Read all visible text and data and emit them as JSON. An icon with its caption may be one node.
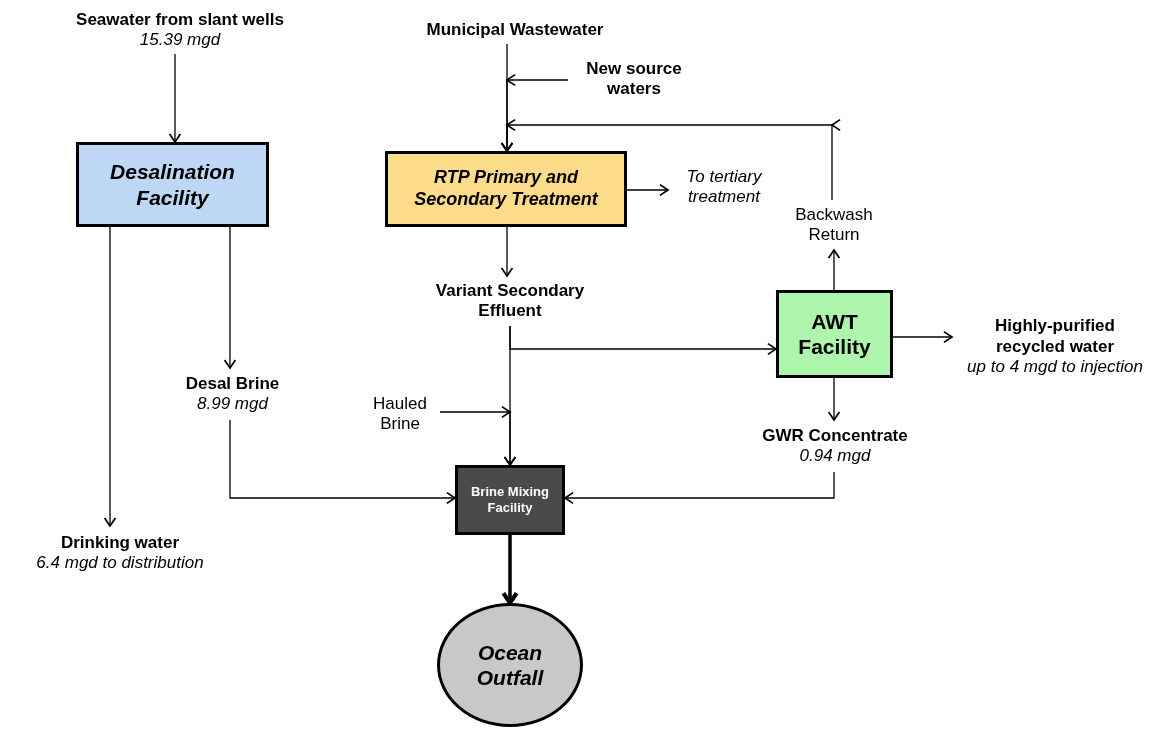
{
  "diagram": {
    "nodes": [
      {
        "text": [
          "Seawater from slant wells",
          "15.39 mgd"
        ]
      },
      {
        "text": [
          "Desalination Facility"
        ]
      },
      {
        "text": [
          "Municipal Wastewater"
        ]
      },
      {
        "text": [
          "New source waters"
        ]
      },
      {
        "text": [
          "RTP Primary and Secondary Treatment"
        ]
      },
      {
        "text": [
          "To tertiary treatment"
        ]
      },
      {
        "text": [
          "Backwash Return"
        ]
      },
      {
        "text": [
          "Variant Secondary Effluent"
        ]
      },
      {
        "text": [
          "AWT Facility"
        ]
      },
      {
        "text": [
          "Highly-purified recycled water",
          "up to 4 mgd to injection"
        ]
      },
      {
        "text": [
          "Desal Brine",
          "8.99 mgd"
        ]
      },
      {
        "text": [
          "Hauled Brine"
        ]
      },
      {
        "text": [
          "GWR Concentrate",
          "0.94 mgd"
        ]
      },
      {
        "text": [
          "Drinking water",
          "6.4 mgd to distribution"
        ]
      },
      {
        "text": [
          "Brine Mixing Facility"
        ]
      },
      {
        "text": [
          "Ocean Outfall"
        ]
      }
    ],
    "edges": [
      {
        "from": 0,
        "to": 1,
        "arrow": "to"
      },
      {
        "from": 2,
        "to": 4,
        "arrow": "to"
      },
      {
        "from": 3,
        "to": 4,
        "arrow": "to"
      },
      {
        "from": 6,
        "to": 4,
        "arrow": "to"
      },
      {
        "from": 4,
        "to": 5,
        "arrow": "to"
      },
      {
        "from": 4,
        "to": 7,
        "arrow": "to"
      },
      {
        "from": 8,
        "to": 6,
        "arrow": "to"
      },
      {
        "from": 7,
        "to": 8,
        "arrow": "to"
      },
      {
        "from": 7,
        "to": 14,
        "arrow": "to"
      },
      {
        "from": 11,
        "to": 14,
        "arrow": "to"
      },
      {
        "from": 8,
        "to": 9,
        "arrow": "to"
      },
      {
        "from": 8,
        "to": 12,
        "arrow": "to"
      },
      {
        "from": 1,
        "to": 10,
        "arrow": "to"
      },
      {
        "from": 1,
        "to": 13,
        "arrow": "to"
      },
      {
        "from": 10,
        "to": 14,
        "arrow": "to"
      },
      {
        "from": 12,
        "to": 14,
        "arrow": "to"
      },
      {
        "from": 14,
        "to": 15,
        "arrow": "to",
        "style": "thick"
      }
    ]
  }
}
